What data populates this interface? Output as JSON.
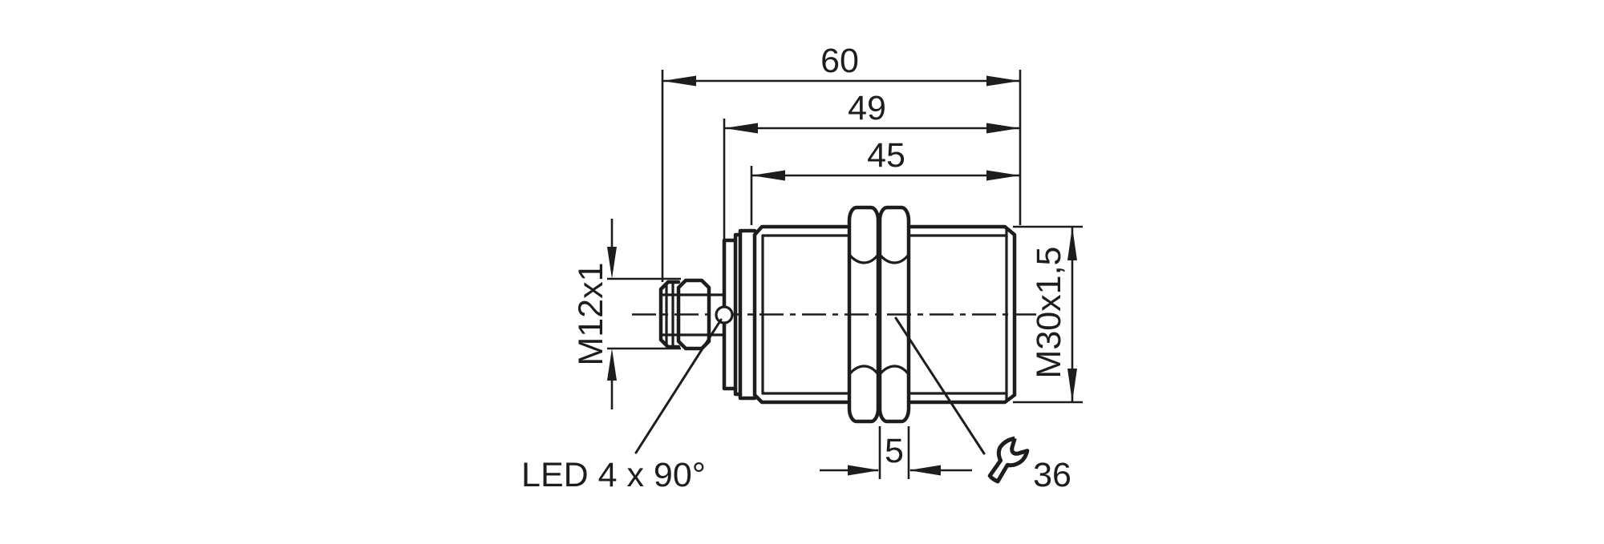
{
  "drawing": {
    "background_color": "#ffffff",
    "line_color": "#1d1d1b",
    "dimension_labels": {
      "overall_length_mm": "60",
      "housing_length_mm": "49",
      "thread_length_mm": "45",
      "nut_thickness_mm": "5"
    },
    "thread_labels": {
      "connector_thread": "M12x1",
      "housing_thread": "M30x1,5"
    },
    "callouts": {
      "led": "LED 4 x 90°",
      "wrench_size": "36"
    },
    "icons": {
      "wrench": "wrench-icon"
    }
  }
}
